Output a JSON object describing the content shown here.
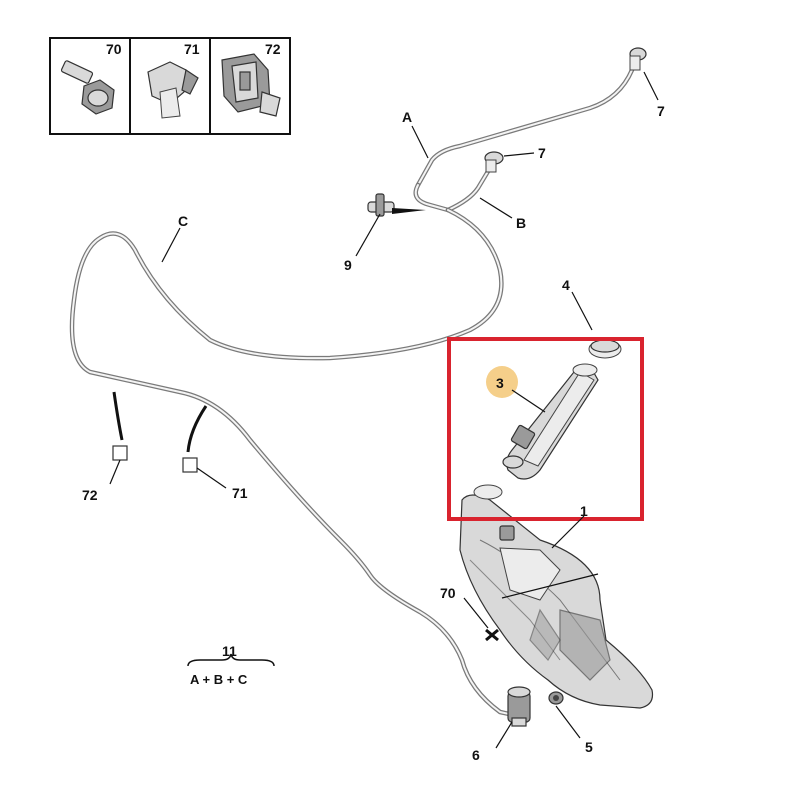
{
  "legend_boxes": [
    {
      "number": "70"
    },
    {
      "number": "71"
    },
    {
      "number": "72"
    }
  ],
  "callouts": {
    "part_1": "1",
    "part_3": "3",
    "part_4": "4",
    "part_5": "5",
    "part_6": "6",
    "part_7a": "7",
    "part_7b": "7",
    "part_9": "9",
    "part_70": "70",
    "part_71": "71",
    "part_72": "72",
    "hose_a": "A",
    "hose_b": "B",
    "hose_c": "C"
  },
  "assembly": {
    "number": "11",
    "formula": "A + B + C"
  },
  "highlight": {
    "color": "#d9232e",
    "badge_color": "#f5cf8a"
  }
}
